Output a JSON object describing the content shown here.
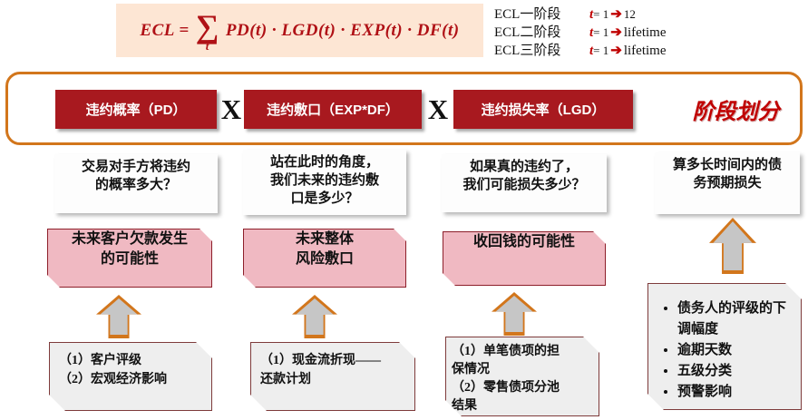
{
  "formula": {
    "lhs": "ECL =",
    "sigma": "∑",
    "sigma_sub": "t",
    "rhs": "PD(t) · LGD(t) · EXP(t) · DF(t)",
    "background_color": "#fde6d4",
    "text_color": "#b01116"
  },
  "stage_legend": {
    "rows": [
      {
        "label": "ECL一阶段",
        "var": "t",
        "eq": "= 1",
        "arrow": "➔",
        "value": "12"
      },
      {
        "label": "ECL二阶段",
        "var": "t",
        "eq": "= 1",
        "arrow": "➔",
        "value": "lifetime"
      },
      {
        "label": "ECL三阶段",
        "var": "t",
        "eq": "= 1",
        "arrow": "➔",
        "value": "lifetime"
      }
    ]
  },
  "formula_panel": {
    "border_color": "#d2761c",
    "factors": [
      {
        "label": "违约概率（PD）"
      },
      {
        "label": "违约敷口（EXP*DF）"
      },
      {
        "label": "违约损失率（LGD）"
      }
    ],
    "operator": "X",
    "stage_division_label": "阶段划分",
    "box_color": "#a8191f",
    "stage_label_color": "#c00000"
  },
  "columns": [
    {
      "id": "pd",
      "question": "交易对手方将违约\n的概率多大？",
      "meaning": "未来客户欠款发生\n的可能性",
      "details": "（1）客户评级\n（2）宏观经济影响"
    },
    {
      "id": "exp",
      "question": "站在此时的角度，\n我们未来的违约敷\n口是多少？",
      "meaning": "未来整体\n风险敷口",
      "details": "（1）现金流折现——\n还款计划"
    },
    {
      "id": "lgd",
      "question": "如果真的违约了，\n我们可能损失多少？",
      "meaning": "收回钱的可能性",
      "details": "（1）单笔债项的担\n保情况\n（2）零售债项分池\n结果"
    }
  ],
  "ecl_column": {
    "question": "算多长时间内的债\n务预期损失",
    "bullets": [
      "债务人的评级的下调幅度",
      "逾期天数",
      "五级分类",
      "预警影响"
    ]
  },
  "palette": {
    "orange": "#d2761c",
    "dark_red": "#a8191f",
    "pink": "#f0b9c2",
    "gray_fill": "#eeeeee",
    "arrow_gray": "#c6c6c6"
  }
}
